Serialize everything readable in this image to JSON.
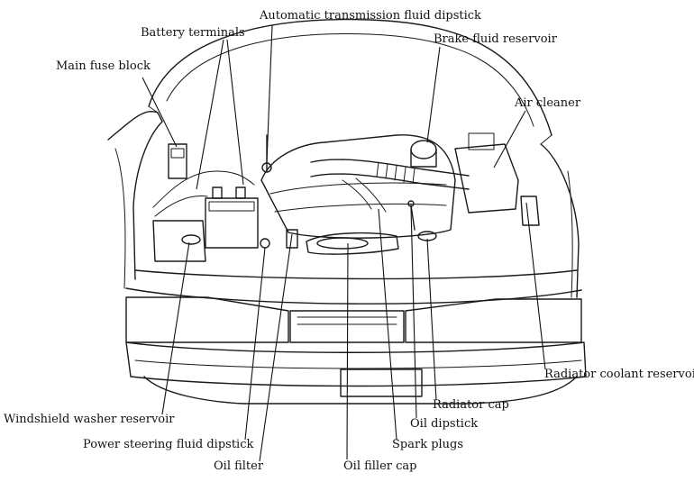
{
  "labels": {
    "automatic_transmission_fluid_dipstick": "Automatic transmission fluid dipstick",
    "battery_terminals": "Battery terminals",
    "brake_fluid_reservoir": "Brake fluid reservoir",
    "main_fuse_block": "Main fuse block",
    "air_cleaner": "Air cleaner",
    "radiator_coolant_reservoir": "Radiator coolant reservoir",
    "radiator_cap": "Radiator cap",
    "windshield_washer_reservoir": "Windshield washer reservoir",
    "oil_dipstick": "Oil dipstick",
    "power_steering_fluid_dipstick": "Power steering fluid dipstick",
    "spark_plugs": "Spark plugs",
    "oil_filter": "Oil filter",
    "oil_filler_cap": "Oil filler cap"
  }
}
